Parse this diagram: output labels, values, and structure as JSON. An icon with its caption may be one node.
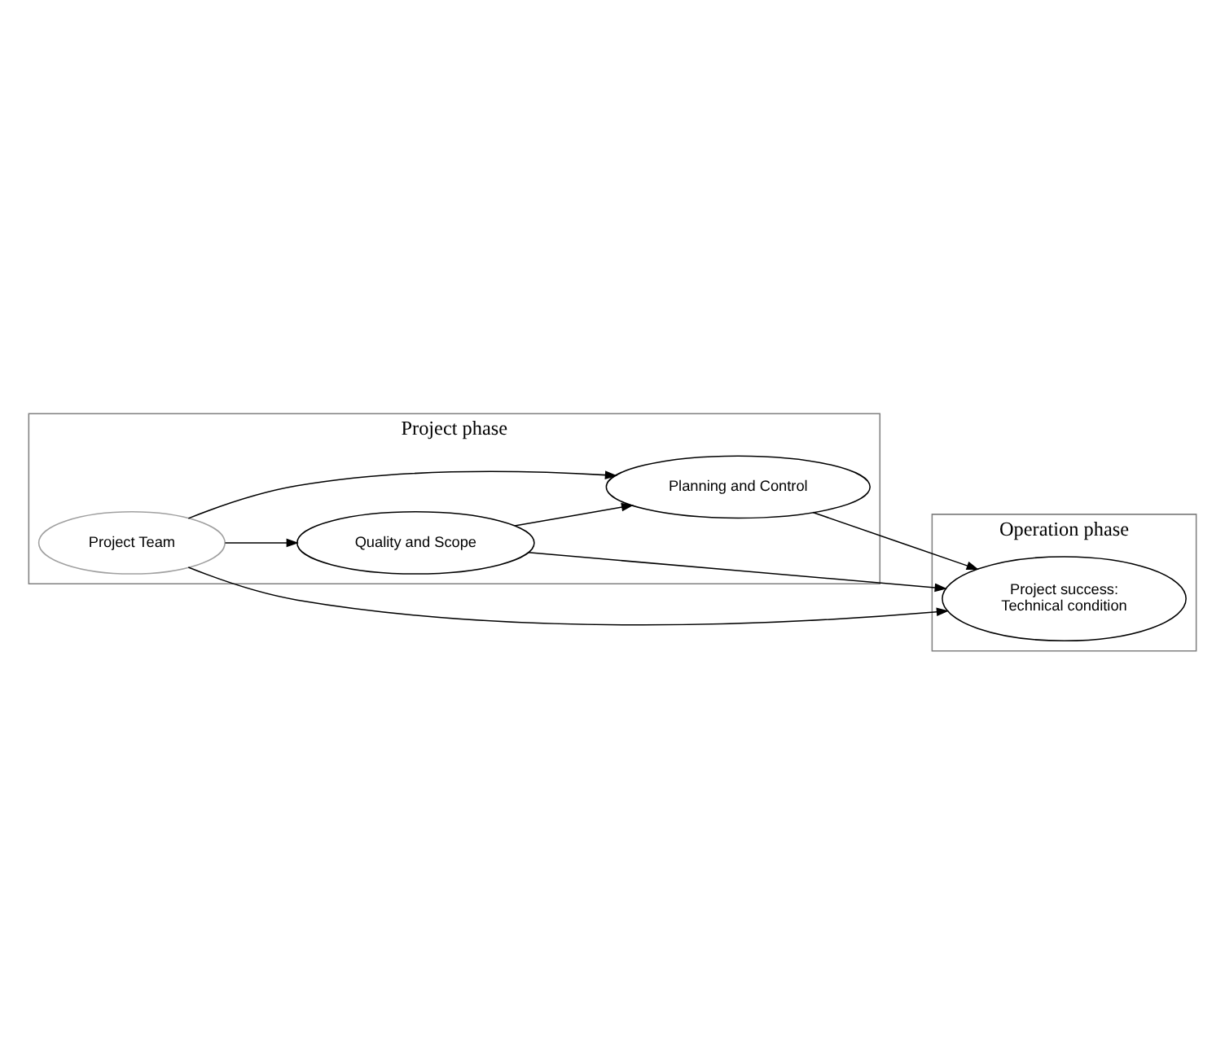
{
  "diagram": {
    "nodes": [
      {
        "text": [
          "Project phase"
        ]
      },
      {
        "text": [
          "Operation phase"
        ]
      },
      {
        "text": [
          "Planning and Control"
        ],
        "in": 0
      },
      {
        "text": [
          "Project Team"
        ],
        "in": 0
      },
      {
        "text": [
          "Quality and Scope"
        ],
        "in": 0
      },
      {
        "text": [
          "Project success: Technical condition"
        ],
        "in": 1
      }
    ],
    "edges": [
      {
        "from": 3,
        "to": 2,
        "arrow": "to"
      },
      {
        "from": 3,
        "to": 4,
        "arrow": "to"
      },
      {
        "from": 4,
        "to": 2,
        "arrow": "to"
      },
      {
        "from": 2,
        "to": 5,
        "arrow": "to"
      },
      {
        "from": 4,
        "to": 5,
        "arrow": "to"
      },
      {
        "from": 3,
        "to": 5,
        "arrow": "to"
      }
    ]
  }
}
